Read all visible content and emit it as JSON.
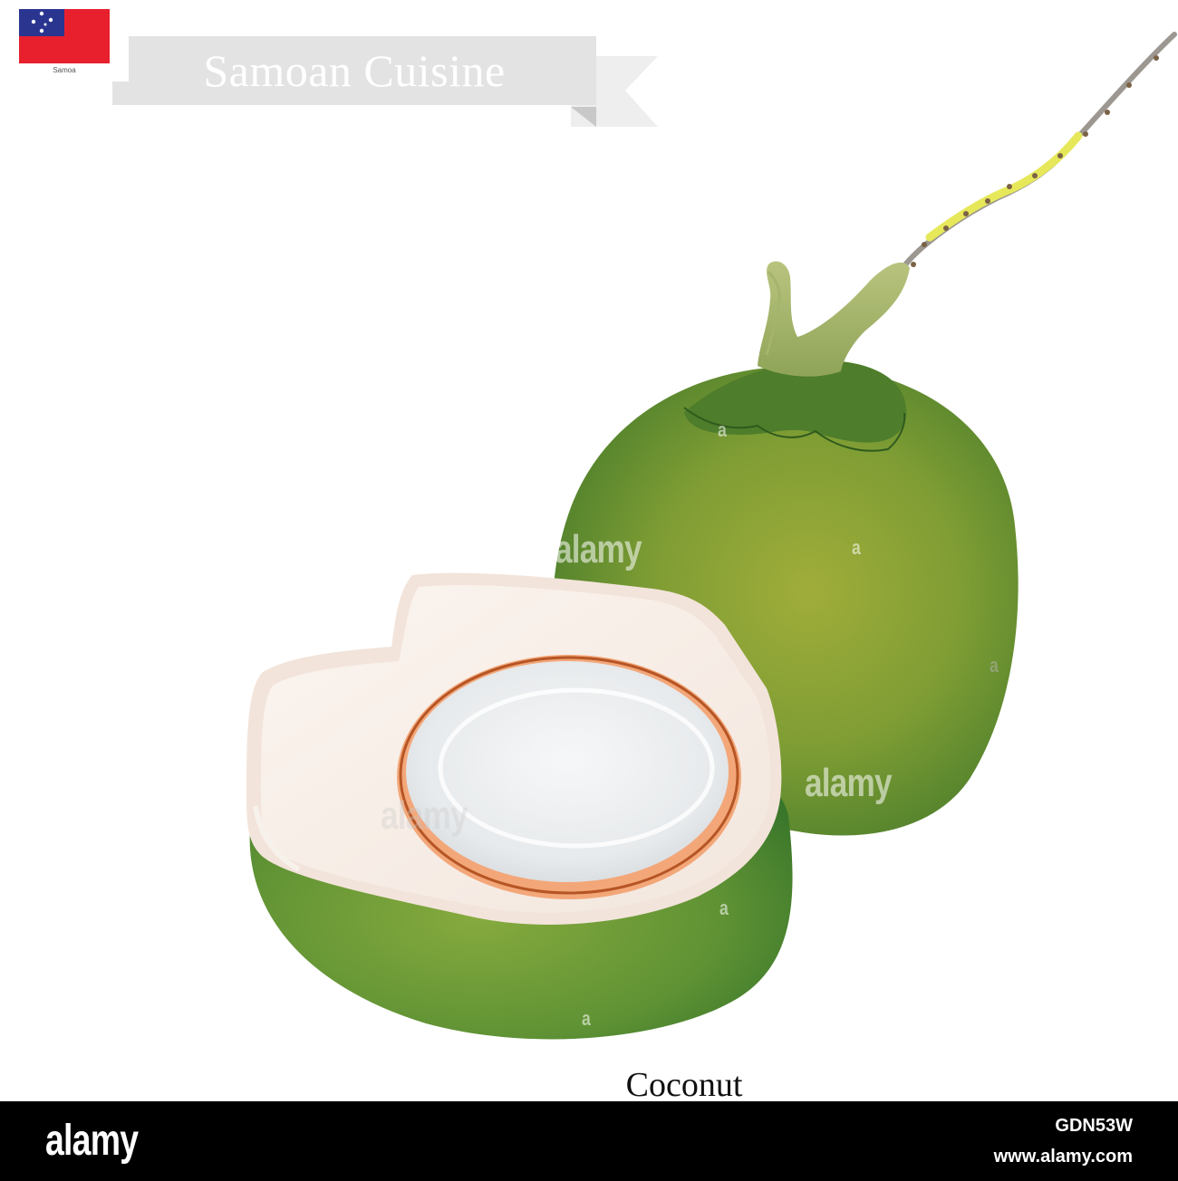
{
  "header": {
    "country_label": "Samoa",
    "title": "Samoan Cuisine"
  },
  "caption": "Coconut",
  "footer": {
    "brand": "alamy",
    "image_id": "GDN53W",
    "url": "www.alamy.com"
  },
  "watermarks": {
    "big": "alamy",
    "small": "a"
  },
  "colors": {
    "flag_red": "#e8202e",
    "flag_blue": "#2a3590",
    "ribbon": "#e4e4e4",
    "husk_green": "#6e9a3c",
    "husk_dark": "#3f7a2a",
    "flesh": "#f8efe9",
    "water_rim": "#c9662e",
    "footer_bg": "#000000"
  },
  "icons": [
    "samoa-flag-icon",
    "whole-coconut-icon",
    "cut-coconut-icon",
    "ribbon-banner-icon"
  ]
}
